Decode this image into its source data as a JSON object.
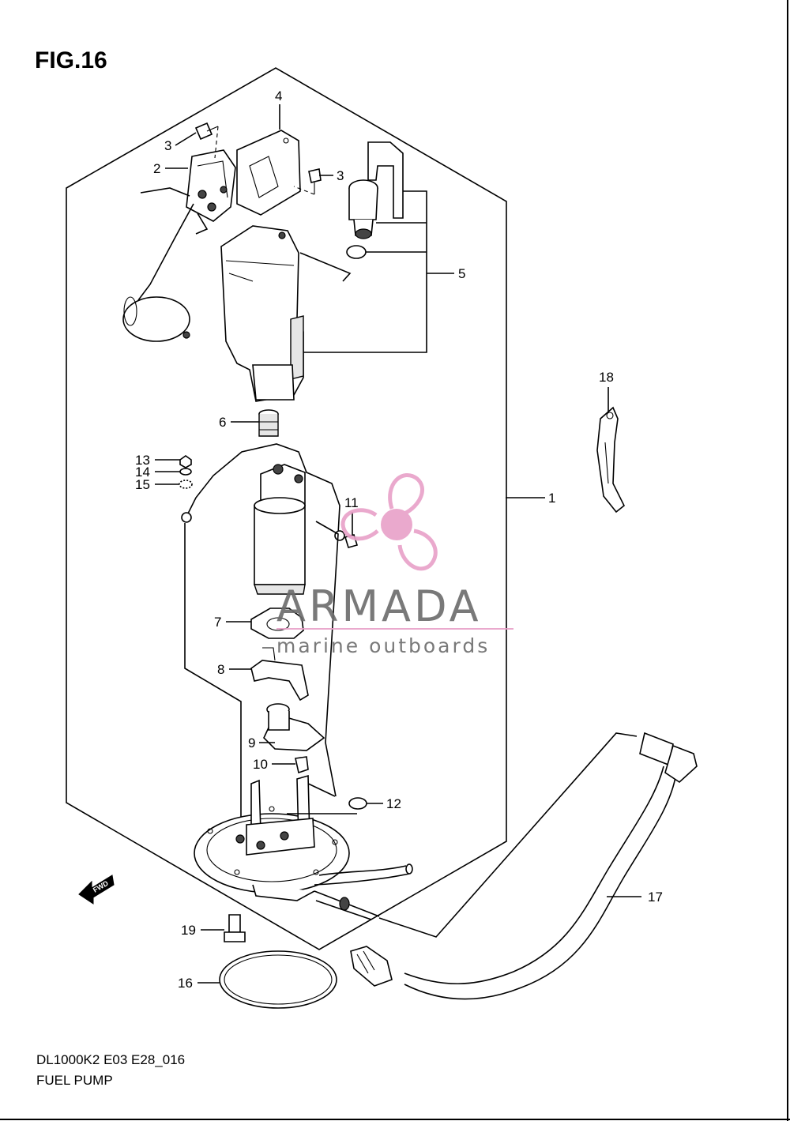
{
  "figure": {
    "title": "FIG.16",
    "code": "DL1000K2 E03 E28_016",
    "name": "FUEL PUMP"
  },
  "watermark": {
    "brand": "ARMADA",
    "tagline": "marine outboards",
    "logo_color": "#e8a0c8",
    "text_color": "#6b6b6b"
  },
  "direction_marker": {
    "label": "FWD"
  },
  "callouts": {
    "c1": "1",
    "c2": "2",
    "c3a": "3",
    "c3b": "3",
    "c4": "4",
    "c5": "5",
    "c6": "6",
    "c7": "7",
    "c8": "8",
    "c9": "9",
    "c10": "10",
    "c11": "11",
    "c12": "12",
    "c13": "13",
    "c14": "14",
    "c15": "15",
    "c16": "16",
    "c17": "17",
    "c18": "18",
    "c19": "19"
  }
}
